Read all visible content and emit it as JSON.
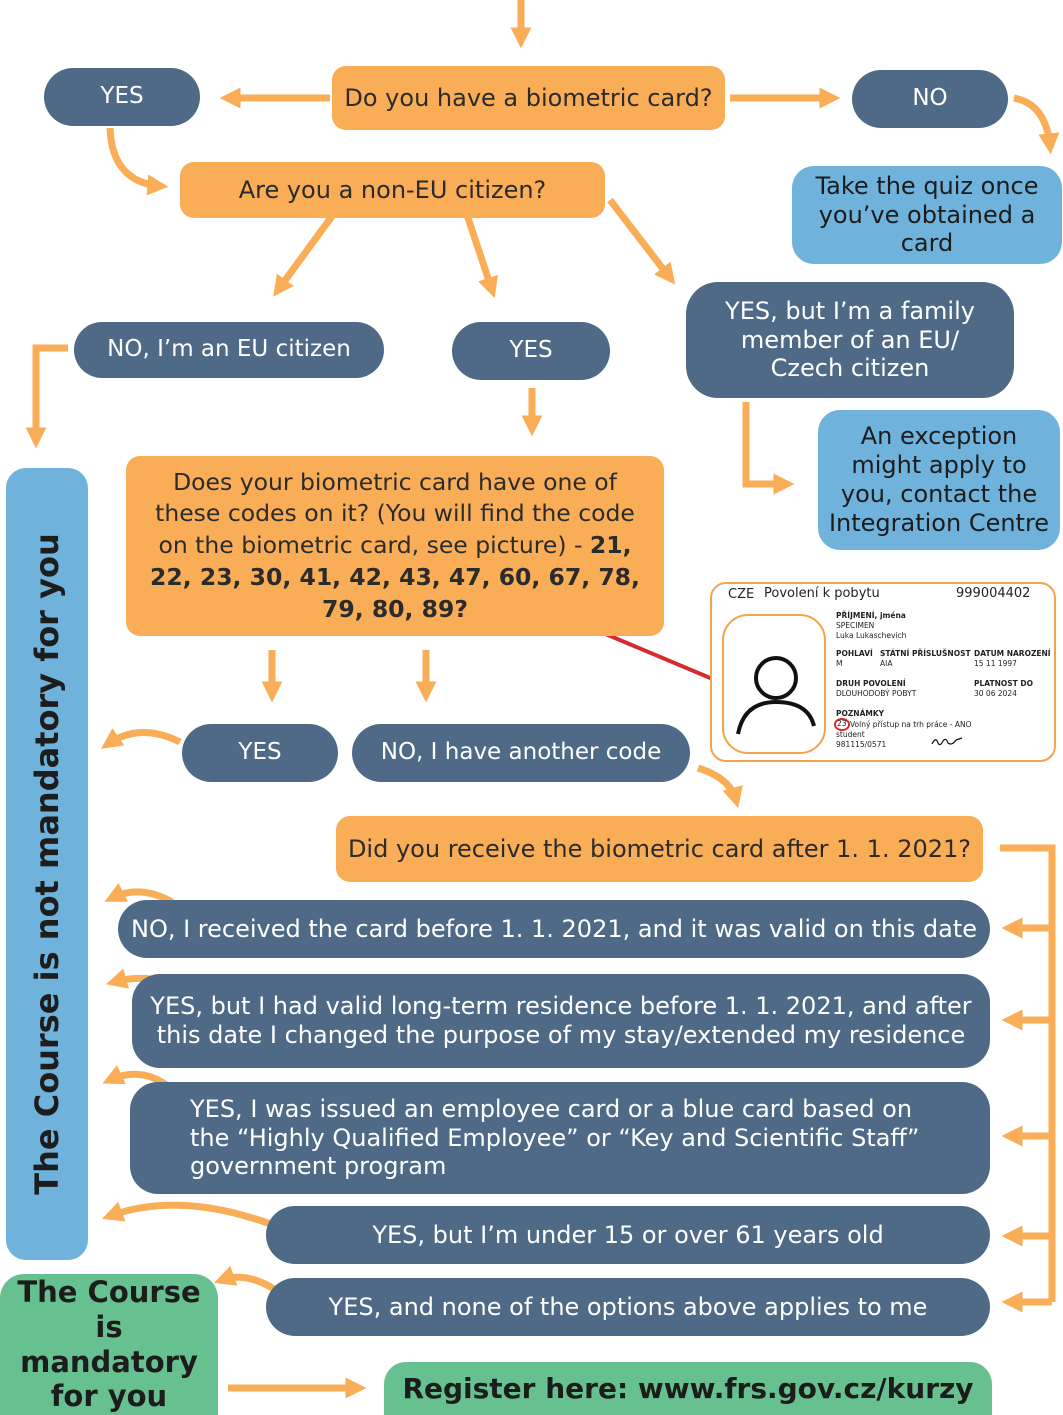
{
  "nodes": {
    "biometric_question": "Do you have a biometric card?",
    "biometric_yes": "YES",
    "biometric_no": "NO",
    "quiz_note": "Take the quiz once you’ve obtained a card",
    "non_eu_question": "Are you a non-EU citizen?",
    "eu_citizen": "NO, I’m an EU citizen",
    "non_eu_yes": "YES",
    "family_member": "YES, but I’m a family member of an EU/ Czech citizen",
    "exception_note": "An exception might apply to you, contact the Integration Centre",
    "codes_question_text": "Does your biometric card have one of these codes on it? (You will find the code on the biometric card, see picture) - ",
    "codes_list": "21, 22, 23, 30, 41, 42, 43, 47, 60, 67, 78, 79, 80, 89?",
    "codes_yes": "YES",
    "codes_other": "NO, I have another code",
    "date_question": "Did you receive the biometric card after 1. 1. 2021?",
    "before_2021": "NO, I received the card before 1. 1. 2021, and it was valid on this date",
    "long_term_residence": "YES, but I had valid long-term residence before 1. 1. 2021, and after this date I changed the purpose of my stay/extended my residence",
    "employee_card": "YES, I was issued an employee card or a blue card based on the “Highly Qualified Employee” or “Key and Scientific Staff” government program",
    "age_exception": "YES, but I’m under 15 or over 61 years old",
    "none_apply": "YES, and none of the options above applies to me"
  },
  "outcomes": {
    "not_mandatory": "The Course is not mandatory for you",
    "mandatory": "The Course is mandatory for you",
    "register": "Register here: www.frs.gov.cz/kurzy"
  },
  "card": {
    "country": "CZE",
    "title": "Povolení k pobytu",
    "number": "999004402",
    "surname_label": "PŘÍJMENÍ, jména",
    "surname": "SPECIMEN",
    "names": "Luka Lukaschevich",
    "sex_label": "POHLAVÍ",
    "sex": "M",
    "nationality_label": "STÁTNÍ PŘÍSLUŠNOST",
    "nationality": "AIA",
    "dob_label": "DATUM NAROZENÍ",
    "dob": "15 11 1997",
    "permit_type_label": "DRUH POVOLENÍ",
    "permit_type": "DLOUHODOBÝ POBYT",
    "valid_until_label": "PLATNOST DO",
    "valid_until": "30 06 2024",
    "remarks_label": "POZNÁMKY",
    "code": "23",
    "remarks_line": "Volný přístup na trh práce - ANO",
    "remarks_status": "student",
    "id_number": "981115/0571"
  },
  "colors": {
    "orange": "#f9ad57",
    "slate": "#4f6a86",
    "light_blue": "#6fb3dc",
    "green": "#67c08f",
    "arrow": "#f9ad57",
    "pointer_red": "#d8292f"
  }
}
